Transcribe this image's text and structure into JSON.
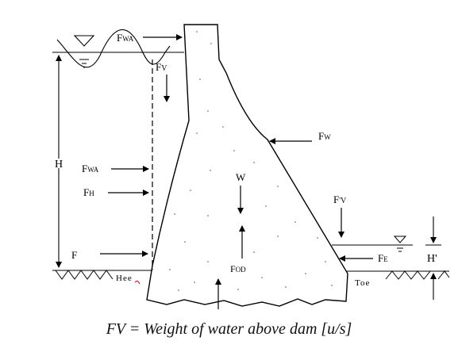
{
  "labels": {
    "fwa_top": "FWA",
    "fv": "FV",
    "fw": "FW",
    "h_left": "H",
    "fwa_mid": "FWA",
    "fh": "FH",
    "w": "W",
    "fprime_v": "F'V",
    "f_base": "F",
    "fod": "FOD",
    "fe": "FE",
    "h_prime": "H'",
    "heel": "Hee",
    "toe": "Toe"
  },
  "caption": "FV = Weight of water above dam [u/s]"
}
